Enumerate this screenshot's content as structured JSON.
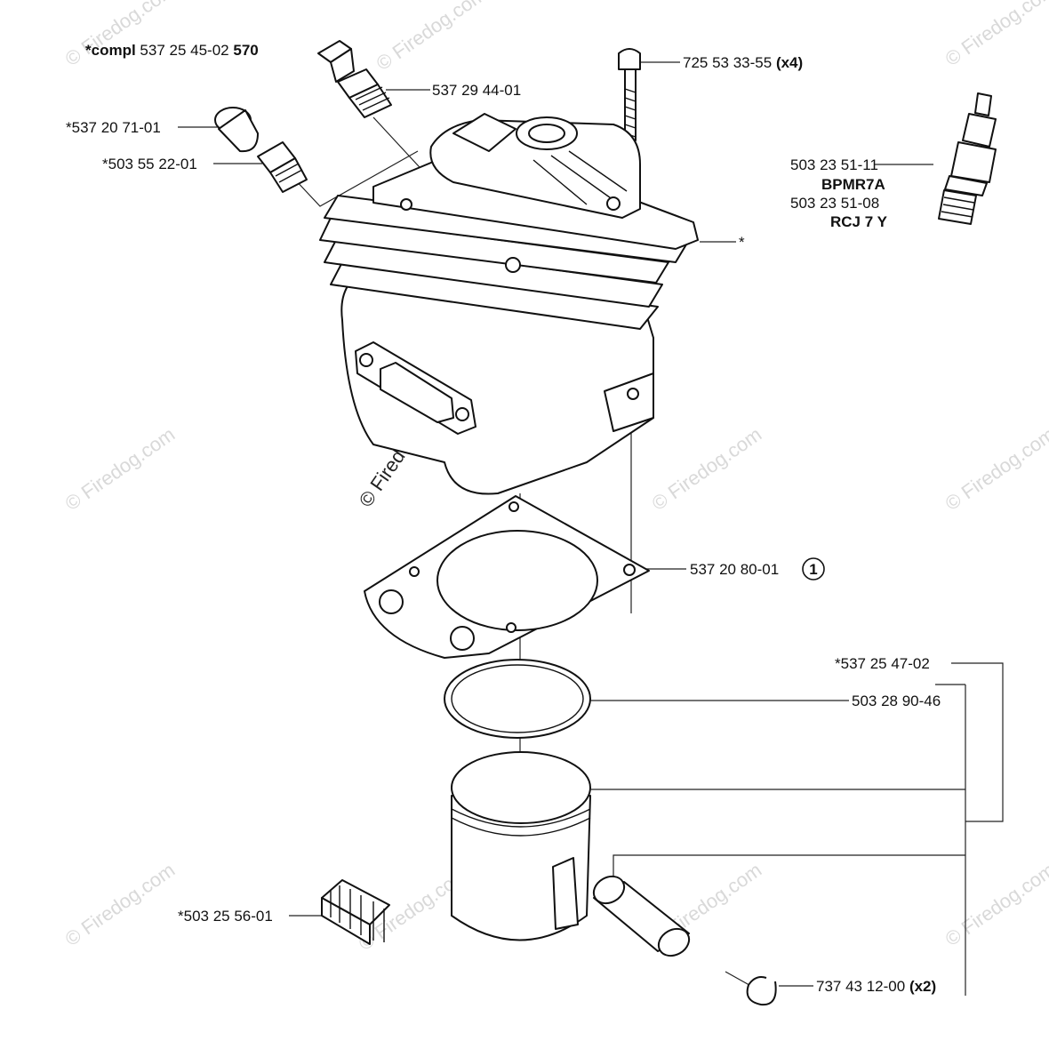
{
  "watermark": {
    "text": "© Firedog.com"
  },
  "labels": {
    "compl_prefix": "*compl",
    "compl_number": "537 25 45-02",
    "compl_suffix": "570",
    "decomp_valve": "537 29 44-01",
    "cap": "*537 20 71-01",
    "plug": "*503 55 22-01",
    "screw_number": "725 53 33-55",
    "screw_qty": "(x4)",
    "spark_1": "503 23 51-11",
    "spark_1_type": "BPMR7A",
    "spark_2": "503 23 51-08",
    "spark_2_type": "RCJ 7 Y",
    "cylinder_star": "*",
    "gasket_number": "537 20 80-01",
    "gasket_ref": "1",
    "piston_set": "*537 25 47-02",
    "piston_ring": "503 28 90-46",
    "needle_bearing": "*503 25 56-01",
    "circlip_number": "737 43 12-00",
    "circlip_qty": "(x2)"
  },
  "icons": [
    "cylinder",
    "cylinder-screw",
    "decompression-valve",
    "rubber-cap",
    "plug",
    "spark-plug",
    "cylinder-gasket",
    "piston-ring",
    "piston",
    "piston-pin",
    "needle-bearing",
    "circlip"
  ]
}
